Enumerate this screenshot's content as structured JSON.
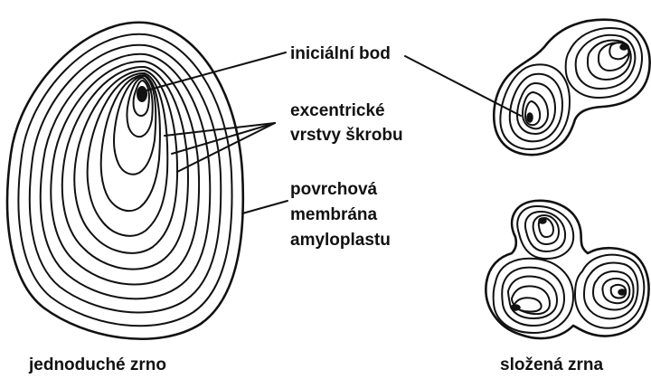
{
  "labels": {
    "initial_point": "iniciální bod",
    "layers_line1": "excentrické",
    "layers_line2": "vrstvy škrobu",
    "membrane_line1": "povrchová",
    "membrane_line2": "membrána",
    "membrane_line3": "amyloplastu",
    "simple_grain": "jednoduché zrno",
    "compound_grain": "složená zrna"
  },
  "style": {
    "stroke_color": "#111111",
    "background": "#ffffff"
  }
}
